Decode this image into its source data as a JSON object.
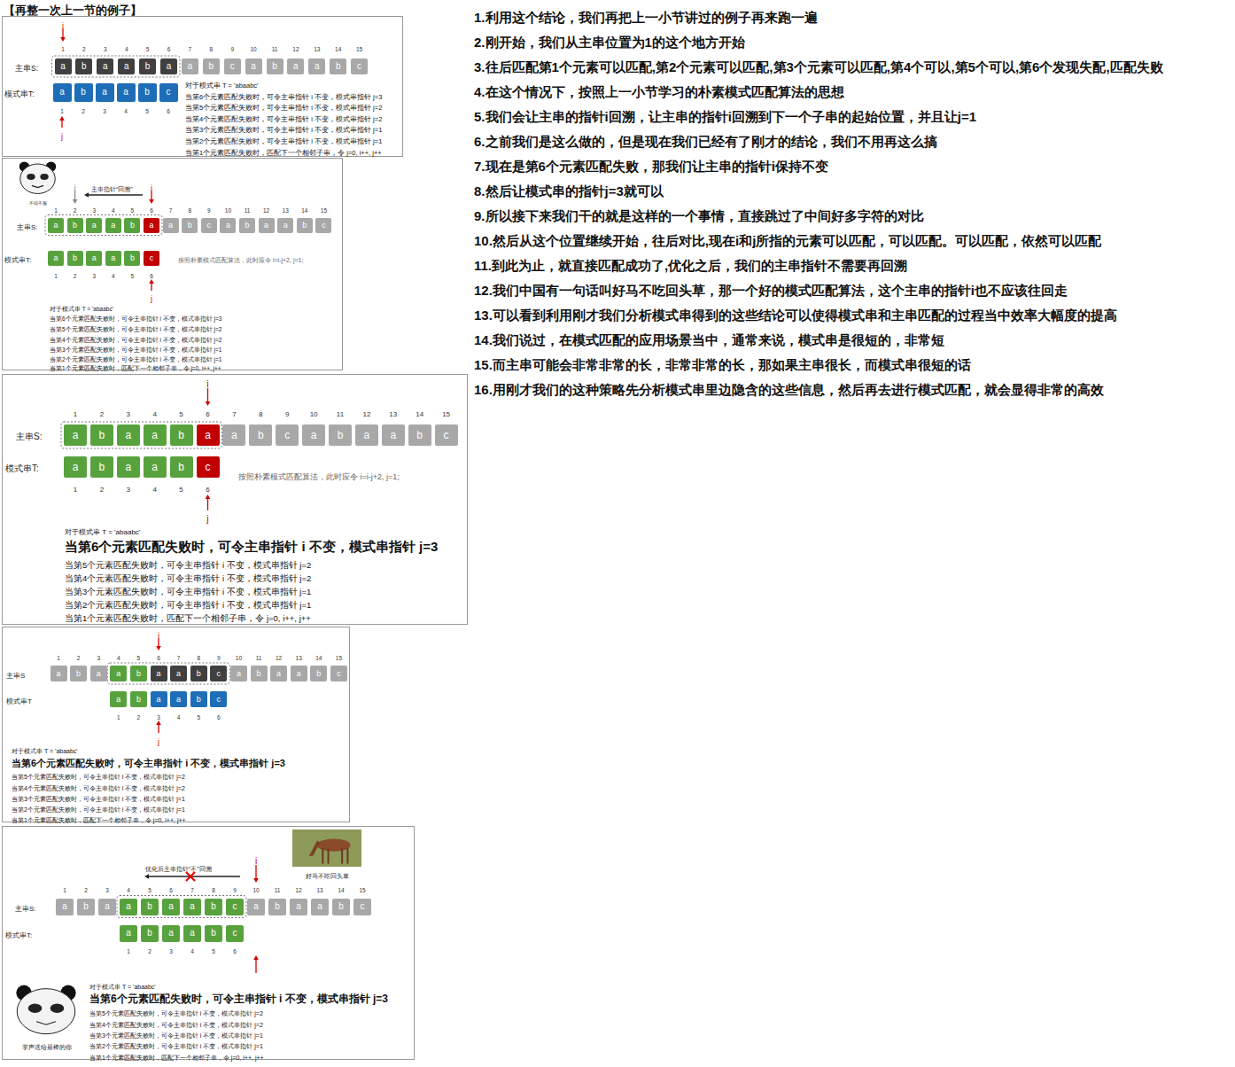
{
  "diagram": {
    "title": "【再整一次上一节的例子】",
    "nodes": [
      {
        "text": [
          "1",
          "2",
          "3",
          "4",
          "5",
          "6",
          "7",
          "8",
          "9",
          "10",
          "11",
          "12",
          "13",
          "14",
          "15",
          "主串S:",
          "模式串T:",
          "1",
          "2",
          "3",
          "4",
          "5",
          "6",
          "对于模式串 T = 'abaabc'",
          "当第6个元素匹配失败时，可令主串指针 i 不变，模式串指针 j=3",
          "当第5个元素匹配失败时，可令主串指针 i 不变，模式串指针 j=2",
          "当第4个元素匹配失败时，可令主串指针 i 不变，模式串指针 j=2",
          "当第3个元素匹配失败时，可令主串指针 i 不变，模式串指针 j=1",
          "当第2个元素匹配失败时，可令主串指针 i 不变，模式串指针 j=1",
          "当第1个元素匹配失败时，匹配下一个相邻子串，令 j=0, i++, j++",
          "i",
          "j"
        ]
      },
      {
        "text": [
          "a"
        ],
        "in": 0
      },
      {
        "text": [
          "b"
        ],
        "in": 0
      },
      {
        "text": [
          "a"
        ],
        "in": 0
      },
      {
        "text": [
          "a"
        ],
        "in": 0
      },
      {
        "text": [
          "b"
        ],
        "in": 0
      },
      {
        "text": [
          "a"
        ],
        "in": 0
      },
      {
        "text": [
          "a"
        ],
        "in": 0
      },
      {
        "text": [
          "b"
        ],
        "in": 0
      },
      {
        "text": [
          "c"
        ],
        "in": 0
      },
      {
        "text": [
          "a"
        ],
        "in": 0
      },
      {
        "text": [
          "b"
        ],
        "in": 0
      },
      {
        "text": [
          "a"
        ],
        "in": 0
      },
      {
        "text": [
          "a"
        ],
        "in": 0
      },
      {
        "text": [
          "b"
        ],
        "in": 0
      },
      {
        "text": [
          "c"
        ],
        "in": 0
      },
      {
        "text": [
          "a"
        ],
        "in": 0
      },
      {
        "text": [
          "b"
        ],
        "in": 0
      },
      {
        "text": [
          "a"
        ],
        "in": 0
      },
      {
        "text": [
          "a"
        ],
        "in": 0
      },
      {
        "text": [
          "b"
        ],
        "in": 0
      },
      {
        "text": [
          "c"
        ],
        "in": 0
      },
      {
        "text": [
          "1",
          "2",
          "3",
          "4",
          "5",
          "6",
          "7",
          "8",
          "9",
          "10",
          "11",
          "12",
          "13",
          "14",
          "15",
          "主串S:",
          "模式串T:",
          "1",
          "2",
          "3",
          "4",
          "5",
          "6",
          "对于模式串 T = 'abaabc'",
          "当第6个元素匹配失败时，可令主串指针 i 不变，模式串指针 j=3",
          "当第5个元素匹配失败时，可令主串指针 i 不变，模式串指针 j=2",
          "当第4个元素匹配失败时，可令主串指针 i 不变，模式串指针 j=2",
          "当第3个元素匹配失败时，可令主串指针 i 不变，模式串指针 j=1",
          "当第2个元素匹配失败时，可令主串指针 i 不变，模式串指针 j=1",
          "当第1个元素匹配失败时，匹配下一个相邻子串，令 j=0, i++, j++",
          "不得不服",
          "i",
          "主串指针“回溯”",
          "i",
          "按照朴素模式匹配算法，此时应令 i=i-j+2, j=1;",
          "j"
        ]
      },
      {
        "text": [
          "a"
        ],
        "in": 22
      },
      {
        "text": [
          "b"
        ],
        "in": 22
      },
      {
        "text": [
          "a"
        ],
        "in": 22
      },
      {
        "text": [
          "a"
        ],
        "in": 22
      },
      {
        "text": [
          "b"
        ],
        "in": 22
      },
      {
        "text": [
          "a"
        ],
        "in": 22
      },
      {
        "text": [
          "a"
        ],
        "in": 22
      },
      {
        "text": [
          "b"
        ],
        "in": 22
      },
      {
        "text": [
          "c"
        ],
        "in": 22
      },
      {
        "text": [
          "a"
        ],
        "in": 22
      },
      {
        "text": [
          "b"
        ],
        "in": 22
      },
      {
        "text": [
          "a"
        ],
        "in": 22
      },
      {
        "text": [
          "a"
        ],
        "in": 22
      },
      {
        "text": [
          "b"
        ],
        "in": 22
      },
      {
        "text": [
          "c"
        ],
        "in": 22
      },
      {
        "text": [
          "a"
        ],
        "in": 22
      },
      {
        "text": [
          "b"
        ],
        "in": 22
      },
      {
        "text": [
          "a"
        ],
        "in": 22
      },
      {
        "text": [
          "a"
        ],
        "in": 22
      },
      {
        "text": [
          "b"
        ],
        "in": 22
      },
      {
        "text": [
          "c"
        ],
        "in": 22
      },
      {
        "text": [
          "1",
          "2",
          "3",
          "4",
          "5",
          "6",
          "7",
          "8",
          "9",
          "10",
          "11",
          "12",
          "13",
          "14",
          "15",
          "主串S:",
          "模式串T:",
          "1",
          "2",
          "3",
          "4",
          "5",
          "6",
          "对于模式串 T = 'abaabc'",
          "当第6个元素匹配失败时，可令主串指针 i 不变，模式串指针 j=3",
          "当第5个元素匹配失败时，可令主串指针 i 不变，模式串指针 j=2",
          "当第4个元素匹配失败时，可令主串指针 i 不变，模式串指针 j=2",
          "当第3个元素匹配失败时，可令主串指针 i 不变，模式串指针 j=1",
          "当第2个元素匹配失败时，可令主串指针 i 不变，模式串指针 j=1",
          "当第1个元素匹配失败时，匹配下一个相邻子串，令 j=0, i++, j++",
          "i",
          "按照朴素模式匹配算法，此时应令 i=i-j+2, j=1;",
          "j"
        ]
      },
      {
        "text": [
          "a"
        ],
        "in": 44
      },
      {
        "text": [
          "b"
        ],
        "in": 44
      },
      {
        "text": [
          "a"
        ],
        "in": 44
      },
      {
        "text": [
          "a"
        ],
        "in": 44
      },
      {
        "text": [
          "b"
        ],
        "in": 44
      },
      {
        "text": [
          "a"
        ],
        "in": 44
      },
      {
        "text": [
          "a"
        ],
        "in": 44
      },
      {
        "text": [
          "b"
        ],
        "in": 44
      },
      {
        "text": [
          "c"
        ],
        "in": 44
      },
      {
        "text": [
          "a"
        ],
        "in": 44
      },
      {
        "text": [
          "b"
        ],
        "in": 44
      },
      {
        "text": [
          "a"
        ],
        "in": 44
      },
      {
        "text": [
          "a"
        ],
        "in": 44
      },
      {
        "text": [
          "b"
        ],
        "in": 44
      },
      {
        "text": [
          "c"
        ],
        "in": 44
      },
      {
        "text": [
          "a"
        ],
        "in": 44
      },
      {
        "text": [
          "b"
        ],
        "in": 44
      },
      {
        "text": [
          "a"
        ],
        "in": 44
      },
      {
        "text": [
          "a"
        ],
        "in": 44
      },
      {
        "text": [
          "b"
        ],
        "in": 44
      },
      {
        "text": [
          "c"
        ],
        "in": 44
      },
      {
        "text": [
          "1",
          "2",
          "3",
          "4",
          "5",
          "6",
          "7",
          "8",
          "9",
          "10",
          "11",
          "12",
          "13",
          "14",
          "15",
          "主串S",
          "模式串T",
          "1",
          "2",
          "3",
          "4",
          "5",
          "6",
          "对于模式串 T = 'abaabc'",
          "当第6个元素匹配失败时，可令主串指针 i 不变，模式串指针 j=3",
          "当第5个元素匹配失败时，可令主串指针 i 不变，模式串指针 j=2",
          "当第4个元素匹配失败时，可令主串指针 i 不变，模式串指针 j=2",
          "当第3个元素匹配失败时，可令主串指针 i 不变，模式串指针 j=1",
          "当第2个元素匹配失败时，可令主串指针 i 不变，模式串指针 j=1",
          "当第1个元素匹配失败时，匹配下一个相邻子串，令 j=0, i++, j++",
          "i",
          "j"
        ]
      },
      {
        "text": [
          "a"
        ],
        "in": 66
      },
      {
        "text": [
          "b"
        ],
        "in": 66
      },
      {
        "text": [
          "a"
        ],
        "in": 66
      },
      {
        "text": [
          "a"
        ],
        "in": 66
      },
      {
        "text": [
          "b"
        ],
        "in": 66
      },
      {
        "text": [
          "a"
        ],
        "in": 66
      },
      {
        "text": [
          "a"
        ],
        "in": 66
      },
      {
        "text": [
          "b"
        ],
        "in": 66
      },
      {
        "text": [
          "c"
        ],
        "in": 66
      },
      {
        "text": [
          "a"
        ],
        "in": 66
      },
      {
        "text": [
          "b"
        ],
        "in": 66
      },
      {
        "text": [
          "a"
        ],
        "in": 66
      },
      {
        "text": [
          "a"
        ],
        "in": 66
      },
      {
        "text": [
          "b"
        ],
        "in": 66
      },
      {
        "text": [
          "c"
        ],
        "in": 66
      },
      {
        "text": [
          "a"
        ],
        "in": 66
      },
      {
        "text": [
          "b"
        ],
        "in": 66
      },
      {
        "text": [
          "a"
        ],
        "in": 66
      },
      {
        "text": [
          "a"
        ],
        "in": 66
      },
      {
        "text": [
          "b"
        ],
        "in": 66
      },
      {
        "text": [
          "c"
        ],
        "in": 66
      },
      {
        "text": [
          "1",
          "2",
          "3",
          "4",
          "5",
          "6",
          "7",
          "8",
          "9",
          "10",
          "11",
          "12",
          "13",
          "14",
          "15",
          "主串S:",
          "模式串T:",
          "1",
          "2",
          "3",
          "4",
          "5",
          "6",
          "对于模式串 T = 'abaabc'",
          "当第6个元素匹配失败时，可令主串指针 i 不变，模式串指针 j=3",
          "当第5个元素匹配失败时，可令主串指针 i 不变，模式串指针 j=2",
          "当第4个元素匹配失败时，可令主串指针 i 不变，模式串指针 j=2",
          "当第3个元素匹配失败时，可令主串指针 i 不变，模式串指针 j=1",
          "当第2个元素匹配失败时，可令主串指针 i 不变，模式串指针 j=1",
          "当第1个元素匹配失败时，匹配下一个相邻子串，令 j=0, i++, j++",
          "优化后主串指针“不”回溯",
          "好马不吃回头草",
          "i",
          "掌声送给最棒的你"
        ]
      },
      {
        "text": [
          "a"
        ],
        "in": 88
      },
      {
        "text": [
          "b"
        ],
        "in": 88
      },
      {
        "text": [
          "a"
        ],
        "in": 88
      },
      {
        "text": [
          "a"
        ],
        "in": 88
      },
      {
        "text": [
          "b"
        ],
        "in": 88
      },
      {
        "text": [
          "a"
        ],
        "in": 88
      },
      {
        "text": [
          "a"
        ],
        "in": 88
      },
      {
        "text": [
          "b"
        ],
        "in": 88
      },
      {
        "text": [
          "c"
        ],
        "in": 88
      },
      {
        "text": [
          "a"
        ],
        "in": 88
      },
      {
        "text": [
          "b"
        ],
        "in": 88
      },
      {
        "text": [
          "a"
        ],
        "in": 88
      },
      {
        "text": [
          "a"
        ],
        "in": 88
      },
      {
        "text": [
          "b"
        ],
        "in": 88
      },
      {
        "text": [
          "c"
        ],
        "in": 88
      },
      {
        "text": [
          "a"
        ],
        "in": 88
      },
      {
        "text": [
          "b"
        ],
        "in": 88
      },
      {
        "text": [
          "a"
        ],
        "in": 88
      },
      {
        "text": [
          "a"
        ],
        "in": 88
      },
      {
        "text": [
          "b"
        ],
        "in": 88
      },
      {
        "text": [
          "c"
        ],
        "in": 88
      }
    ],
    "labels": [
      "1.利用这个结论，我们再把上一小节讲过的例子再来跑一遍",
      "2.刚开始，我们从主串位置为1的这个地方开始",
      "3.往后匹配第1个元素可以匹配,第2个元素可以匹配,第3个元素可以匹配,第4个可以,第5个可以,第6个发现失配,匹配失败",
      "4.在这个情况下，按照上一小节学习的朴素模式匹配算法的思想",
      "5.我们会让主串的指针i回溯，让主串的指针i回溯到下一个子串的起始位置，并且让j=1",
      "6.之前我们是这么做的，但是现在我们已经有了刚才的结论，我们不用再这么搞",
      "7.现在是第6个元素匹配失败，那我们让主串的指针i保持不变",
      "8.然后让模式串的指针j=3就可以",
      "9.所以接下来我们干的就是这样的一个事情，直接跳过了中间好多字符的对比",
      "10.然后从这个位置继续开始，往后对比,现在i和j所指的元素可以匹配，可以匹配。可以匹配，依然可以匹配",
      "11.到此为止，就直接匹配成功了,优化之后，我们的主串指针不需要再回溯",
      "12.我们中国有一句话叫好马不吃回头草，那一个好的模式匹配算法，这个主串的指针i也不应该往回走",
      "13.可以看到利用刚才我们分析模式串得到的这些结论可以使得模式串和主串匹配的过程当中效率大幅度的提高",
      "14.我们说过，在模式匹配的应用场景当中，通常来说，模式串是很短的，非常短",
      "15.而主串可能会非常非常的长，非常非常的长，那如果主串很长，而模式串很短的话",
      "16.用刚才我们的这种策略先分析模式串里边隐含的这些信息，然后再去进行模式匹配，就会显得非常的高效"
    ]
  }
}
